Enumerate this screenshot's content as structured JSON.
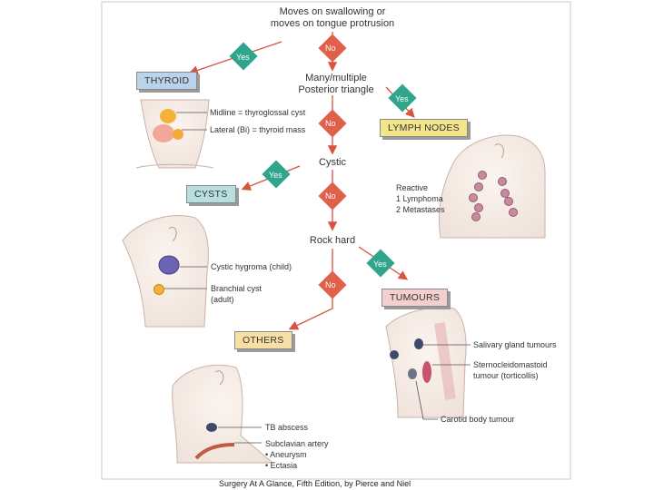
{
  "colors": {
    "yes_green": "#2fa58c",
    "no_red": "#e0604a",
    "arrow": "#e0604a",
    "thyroid_bg": "#b9d3ea",
    "lymph_bg": "#f3e58a",
    "cysts_bg": "#b7dfe0",
    "tumours_bg": "#f3d0cf",
    "others_bg": "#f8dfa6",
    "frame": "#bfbfbf"
  },
  "decisions": {
    "d1": "Moves on swallowing or moves on tongue protrusion",
    "d1_line1": "Moves on swallowing or",
    "d1_line2": "moves on tongue protrusion",
    "d2_line1": "Many/multiple",
    "d2_line2": "Posterior triangle",
    "d3": "Cystic",
    "d4": "Rock hard"
  },
  "answers": {
    "yes": "Yes",
    "no": "No"
  },
  "categories": {
    "thyroid": "THYROID",
    "lymph": "LYMPH NODES",
    "cysts": "CYSTS",
    "tumours": "TUMOURS",
    "others": "OTHERS"
  },
  "thyroid_labels": {
    "midline": "Midline = thyroglossal cyst",
    "lateral": "Lateral (Bi) = thyroid mass"
  },
  "lymph_labels": {
    "reactive": "Reactive",
    "lymphoma": "1 Lymphoma",
    "metastases": "2 Metastases"
  },
  "cyst_labels": {
    "hygroma": "Cystic hygroma (child)",
    "branchial1": "Branchial cyst",
    "branchial2": "(adult)"
  },
  "tumour_labels": {
    "salivary": "Salivary gland tumours",
    "sterno1": "Sternocleidomastoid",
    "sterno2": "tumour (torticollis)",
    "carotid": "Carotid body tumour"
  },
  "other_labels": {
    "tb": "TB abscess",
    "subclavian": "Subclavian artery",
    "aneurysm": "• Aneurysm",
    "ectasia": "• Ectasia"
  },
  "credit": "Surgery At A Glance, Fifth Edition, by Pierce and Niel"
}
